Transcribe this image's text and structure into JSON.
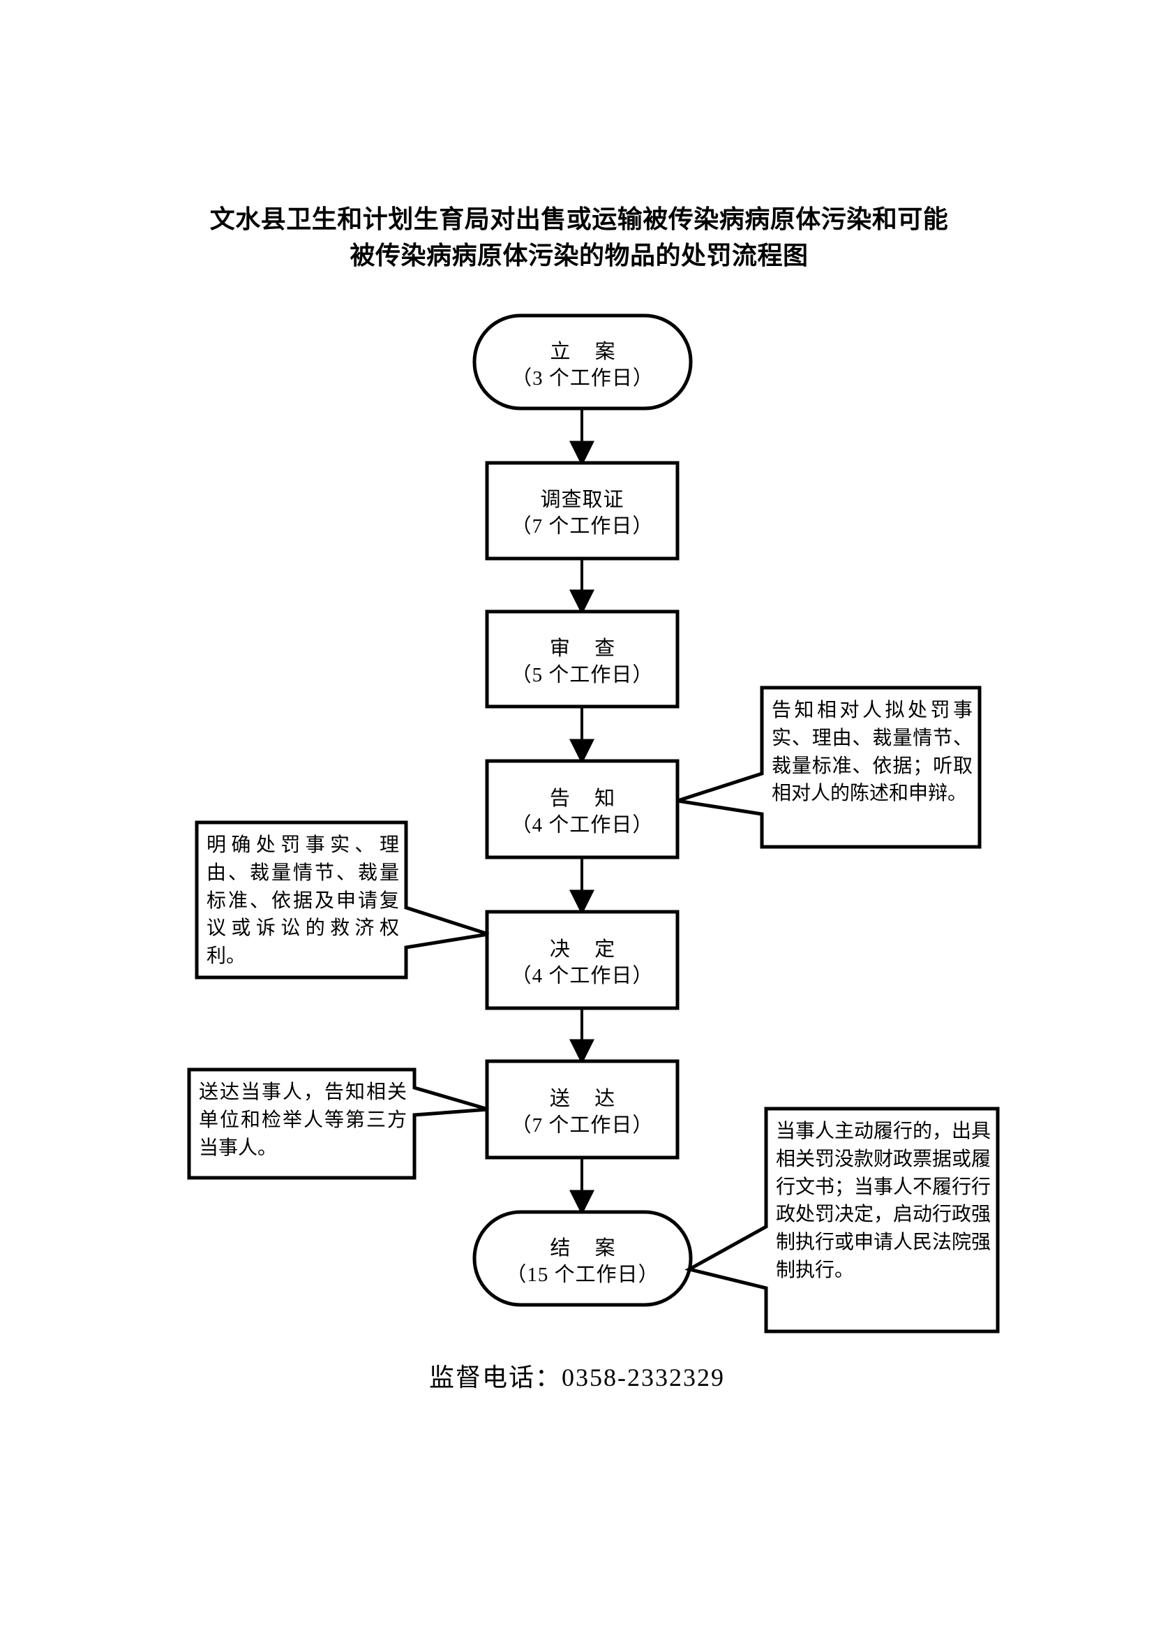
{
  "document": {
    "title_lines": [
      "文水县卫生和计划生育局对出售或运输被传染病病原体污染和可能",
      "被传染病病原体污染的物品的处罚流程图"
    ],
    "footer": "监督电话：0358-2332329"
  },
  "flowchart": {
    "type": "flowchart",
    "orientation": "top-to-bottom",
    "shape_colors": {
      "stroke": "#000000",
      "fill": "#ffffff"
    },
    "nodes": [
      {
        "id": "filing",
        "shape": "stadium",
        "label": "立  案",
        "duration": "（3 个工作日）"
      },
      {
        "id": "investigation",
        "shape": "rectangle",
        "label": "调查取证",
        "duration": "（7 个工作日）"
      },
      {
        "id": "review",
        "shape": "rectangle",
        "label": "审  查",
        "duration": "（5 个工作日）"
      },
      {
        "id": "notification",
        "shape": "rectangle",
        "label": "告  知",
        "duration": "（4 个工作日）"
      },
      {
        "id": "decision",
        "shape": "rectangle",
        "label": "决  定",
        "duration": "（4 个工作日）"
      },
      {
        "id": "delivery",
        "shape": "rectangle",
        "label": "送  达",
        "duration": "（7 个工作日）"
      },
      {
        "id": "closing",
        "shape": "stadium",
        "label": "结  案",
        "duration": "（15 个工作日）"
      }
    ],
    "edges": [
      {
        "from": "filing",
        "to": "investigation"
      },
      {
        "from": "investigation",
        "to": "review"
      },
      {
        "from": "review",
        "to": "notification"
      },
      {
        "from": "notification",
        "to": "decision"
      },
      {
        "from": "decision",
        "to": "delivery"
      },
      {
        "from": "delivery",
        "to": "closing"
      }
    ],
    "callouts": [
      {
        "id": "notification-note",
        "side": "right",
        "attached_to": "notification",
        "text": "告知相对人拟处罚事实、理由、裁量情节、裁量标准、依据；听取相对人的陈述和申辩。"
      },
      {
        "id": "decision-note",
        "side": "left",
        "attached_to": "decision",
        "text": "明确处罚事实、理由、裁量情节、裁量标准、依据及申请复议或诉讼的救济权利。"
      },
      {
        "id": "delivery-note",
        "side": "left",
        "attached_to": "delivery",
        "text": "送达当事人，告知相关单位和检举人等第三方当事人。"
      },
      {
        "id": "closing-note",
        "side": "right",
        "attached_to": "closing",
        "text": "当事人主动履行的，出具相关罚没款财政票据或履行文书；当事人不履行行政处罚决定，启动行政强制执行或申请人民法院强制执行。"
      }
    ]
  }
}
